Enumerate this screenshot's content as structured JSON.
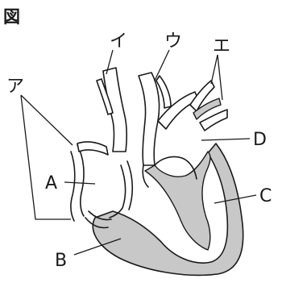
{
  "figure_title": "図",
  "labels": {
    "a": "ア",
    "i": "イ",
    "u": "ウ",
    "e": "エ",
    "A": "A",
    "B": "B",
    "C": "C",
    "D": "D"
  }
}
